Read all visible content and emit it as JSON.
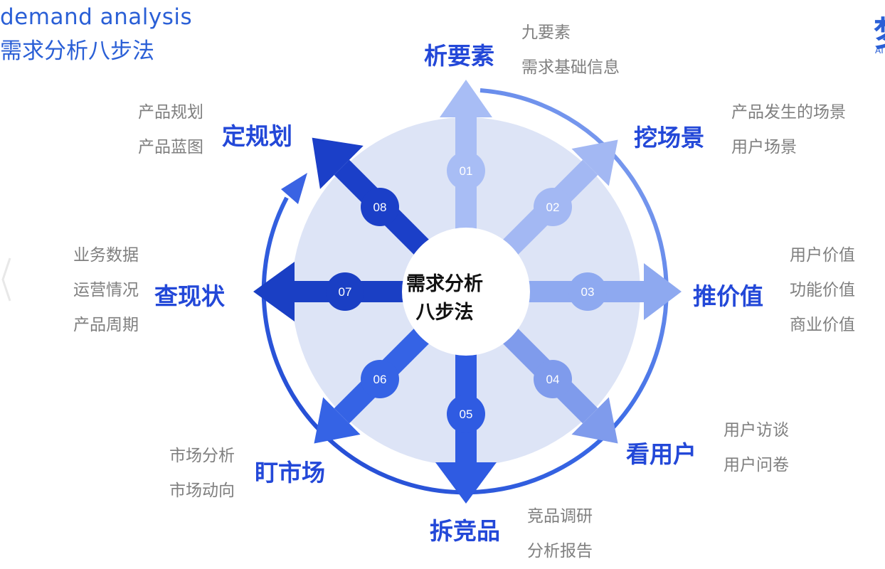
{
  "title": {
    "en": "demand analysis",
    "zh": "需求分析八步法"
  },
  "center": {
    "line1": "需求分析",
    "line2": "八步法"
  },
  "logo": {
    "glyph": "梦",
    "text": "AI"
  },
  "colors": {
    "primary": "#2348d8",
    "dark_blue": "#1a3fc4",
    "mid_blue": "#3a6ae6",
    "light_blue": "#8ea9f0",
    "pale_blue": "#a8bdf5",
    "circle_fill": "#dde4f6",
    "subtext": "#7f7f7f"
  },
  "steps": [
    {
      "num": "01",
      "title": "析要素",
      "items": [
        "九要素",
        "需求基础信息"
      ]
    },
    {
      "num": "02",
      "title": "挖场景",
      "items": [
        "产品发生的场景",
        "用户场景"
      ]
    },
    {
      "num": "03",
      "title": "推价值",
      "items": [
        "用户价值",
        "功能价值",
        "商业价值"
      ]
    },
    {
      "num": "04",
      "title": "看用户",
      "items": [
        "用户访谈",
        "用户问卷"
      ]
    },
    {
      "num": "05",
      "title": "拆竞品",
      "items": [
        "竞品调研",
        "分析报告"
      ]
    },
    {
      "num": "06",
      "title": "盯市场",
      "items": [
        "市场分析",
        "市场动向"
      ]
    },
    {
      "num": "07",
      "title": "查现状",
      "items": [
        "业务数据",
        "运营情况",
        "产品周期"
      ]
    },
    {
      "num": "08",
      "title": "定规划",
      "items": [
        "产品规划",
        "产品蓝图"
      ]
    }
  ]
}
